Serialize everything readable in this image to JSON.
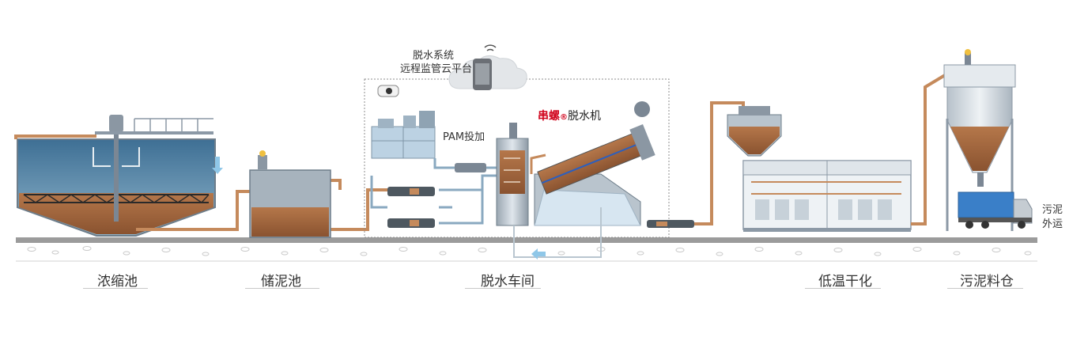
{
  "monitor": {
    "line1": "脱水系统",
    "line2": "远程监管云平台"
  },
  "pam_label": "PAM投加",
  "machine_label": {
    "brand": "串螺",
    "reg": "®",
    "name": "脱水机"
  },
  "outside_label": {
    "line1": "污泥",
    "line2": "外运"
  },
  "stations": [
    {
      "label": "浓缩池"
    },
    {
      "label": "储泥池"
    },
    {
      "label": "脱水车间"
    },
    {
      "label": "低温干化"
    },
    {
      "label": "污泥料仓"
    }
  ],
  "colors": {
    "water": "#5f93b4",
    "sludge": "#a86a3f",
    "pipe": "#c58a5c",
    "steel": "#8c99a6",
    "ground": "#9a9a9a"
  }
}
